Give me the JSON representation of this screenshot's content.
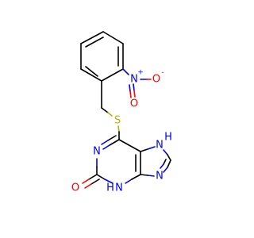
{
  "molecule": {
    "atoms": {
      "nitro_n": "N",
      "nitro_n_charge": "+",
      "nitro_o_right": "O",
      "nitro_o_right_charge": "-",
      "nitro_o_down": "O",
      "thioether_s": "S",
      "ring_n1": "N",
      "ring_n3": "N",
      "ring_n3_h": "H",
      "ring_n7": "N",
      "ring_n7_h": "H",
      "ring_n9": "N",
      "carbonyl_o": "O"
    },
    "colors": {
      "carbon": "#000000",
      "nitrogen": "#0000ff",
      "oxygen": "#ff0000",
      "sulfur": "#b3b300"
    }
  }
}
